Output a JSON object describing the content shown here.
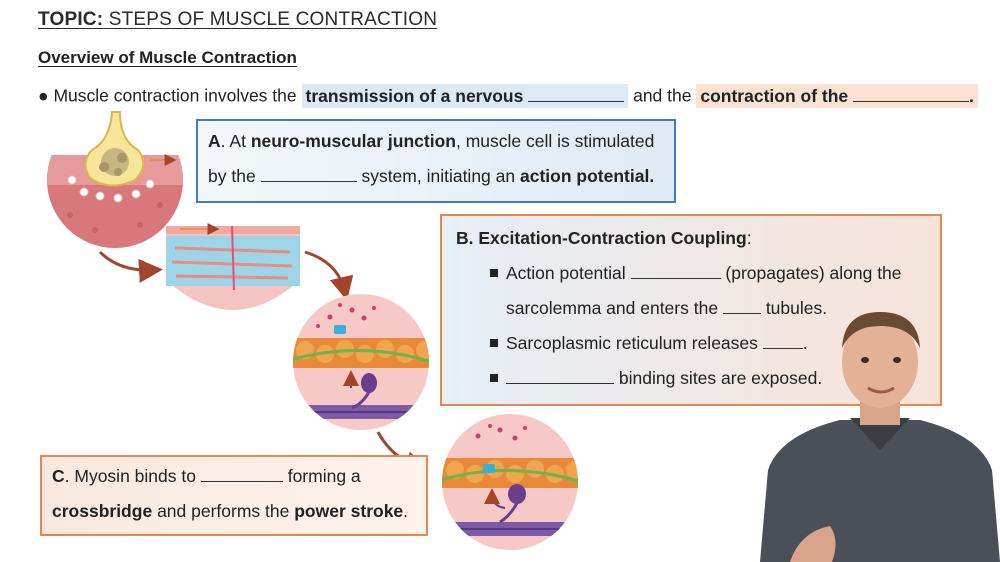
{
  "header": {
    "topic_label": "TOPIC:",
    "topic_text": "STEPS OF MUSCLE CONTRACTION",
    "overview_title": "Overview of Muscle Contraction"
  },
  "intro": {
    "bullet": "●",
    "prefix": "Muscle contraction involves the",
    "highlight1": "transmission of a nervous",
    "middle": "and the",
    "highlight2": "contraction of the",
    "end": "."
  },
  "boxA": {
    "letter": "A",
    "t1": ". At",
    "b1": "neuro-muscular junction",
    "t2": ", muscle cell is stimulated",
    "t3": "by the",
    "t4": "system, initiating an",
    "b2": "action potential",
    "t5": "."
  },
  "boxB": {
    "letter": "B",
    "title": ". Excitation-Contraction Coupling",
    "colon": ":",
    "i1a": "Action potential",
    "i1b": "(propagates) along the",
    "i1c": "sarcolemma and enters the",
    "i1d": "tubules.",
    "i2a": "Sarcoplasmic reticulum releases",
    "i2b": ".",
    "i3": "binding sites are exposed."
  },
  "boxC": {
    "letter": "C",
    "t1": ". Myosin binds to",
    "t2": "forming a",
    "b1": "crossbridge",
    "t3": "and performs the",
    "b2": "power stroke",
    "t4": "."
  },
  "colors": {
    "blue_border": "#3c7ec4",
    "orange_border": "#e8874d",
    "arrow": "#a2452a",
    "muscle_pink": "#f2b5b2",
    "actin_green": "#6bb54a",
    "myosin_purple": "#6a3d8e"
  }
}
